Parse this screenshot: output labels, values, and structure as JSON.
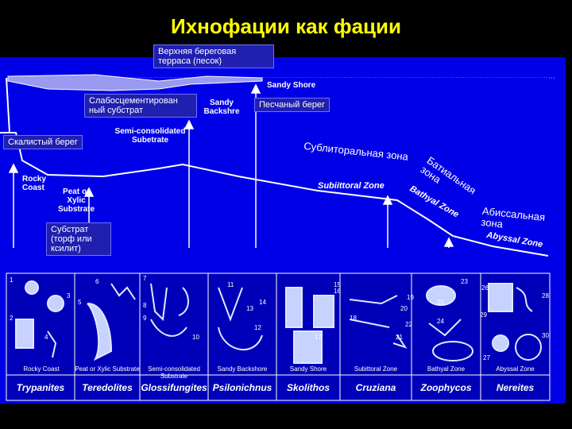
{
  "title": "Ихнофации как фации",
  "labels": {
    "upper_terrace_ru": "Верхняя береговая терраса (песок)",
    "sandy_shore_en": "Sandy Shore",
    "weak_cemented_ru": "Слабосцементирован ный субстрат",
    "sandy_backshore_en": "Sandy Backshre",
    "sandy_coast_ru": "Песчаный берег",
    "rocky_shore_ru": "Скалистый берег",
    "semi_consolidated_en": "Semi-consolidated Subetrate",
    "sublittoral_ru": "Сублиторальная зона",
    "bathyal_ru": "Батиальная зона",
    "rocky_coast_en": "Rocky Coast",
    "peat_xylic_en": "Peat or Xylic Substrate",
    "substrate_peat_ru": "Субстрат (торф или ксилит)",
    "sublittoral_en": "Subiittoral Zone",
    "bathyal_en": "Bathyal Zone",
    "abyssal_ru": "Абиссальная зона",
    "abyssal_en": "Abyssal Zone"
  },
  "captions": [
    "Rocky Coast",
    "Peat or Xylic Substrate",
    "Semi-consolidated Substrate",
    "Sandy Backshore",
    "Sandy Shore",
    "Subittoral Zone",
    "Bathyal Zone",
    "Abyssal Zone"
  ],
  "genera": [
    "Trypanites",
    "Teredolites",
    "Glossifungites",
    "Psilonichnus",
    "Skolithos",
    "Cruziana",
    "Zoophycos",
    "Nereites"
  ],
  "numbers": [
    "1",
    "2",
    "3",
    "4",
    "5",
    "6",
    "7",
    "8",
    "9",
    "10",
    "11",
    "12",
    "13",
    "14",
    "15",
    "16",
    "17",
    "18",
    "19",
    "20",
    "21",
    "22",
    "23",
    "24",
    "25",
    "26",
    "27",
    "28",
    "29",
    "30"
  ],
  "colors": {
    "panel": "#0000e6",
    "title": "#ffff00",
    "band": "#0a0a9a"
  }
}
